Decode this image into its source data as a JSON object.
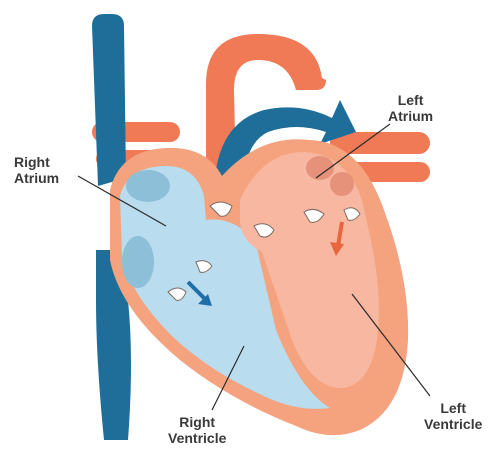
{
  "labels": {
    "right_atrium": [
      "Right",
      "Atrium"
    ],
    "left_atrium": [
      "Left",
      "Atrium"
    ],
    "right_ventricle": [
      "Right",
      "Ventricle"
    ],
    "left_ventricle": [
      "Left",
      "Ventricle"
    ]
  },
  "colors": {
    "deoxygenated_vessel": "#1f6e9a",
    "oxygenated_vessel": "#ef7a55",
    "heart_wall": "#f4a37e",
    "right_chamber": "#b9dcef",
    "left_chamber": "#f7b7a0",
    "flow_arrow_right": "#1f6ea8",
    "flow_arrow_left": "#e8653e",
    "leader_line": "#2a2a2a"
  }
}
